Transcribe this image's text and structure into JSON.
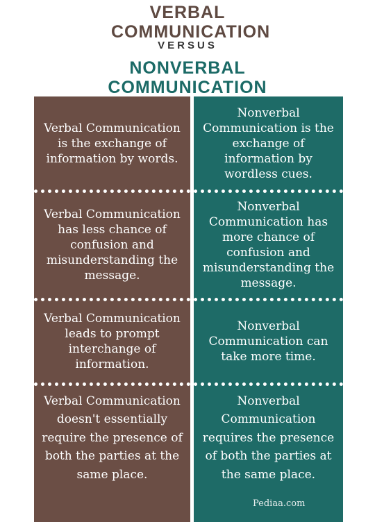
{
  "header": {
    "title_verbal": "VERBAL COMMUNICATION",
    "versus": "VERSUS",
    "title_nonverbal": "NONVERBAL COMMUNICATION"
  },
  "rows": [
    {
      "verbal": "Verbal Communication is the exchange of information by words.",
      "nonverbal": "Nonverbal Communication is the exchange of information by wordless cues."
    },
    {
      "verbal": "Verbal Communication has less chance of confusion and misunderstanding the message.",
      "nonverbal": "Nonverbal Communication has more chance of confusion and misunderstanding the message."
    },
    {
      "verbal": "Verbal Communication leads to prompt interchange of information.",
      "nonverbal": "Nonverbal Communication can take more time."
    },
    {
      "verbal": "Verbal Communication doesn't essentially require the presence of both the parties at the same place.",
      "nonverbal": "Nonverbal Communication requires the presence of both the parties at the same place."
    }
  ],
  "watermark": "Pediaa.com",
  "colors": {
    "verbal_column": "#6b4e45",
    "nonverbal_column": "#1e6b67",
    "verbal_title": "#5e4941",
    "nonverbal_title": "#1b6a66"
  }
}
